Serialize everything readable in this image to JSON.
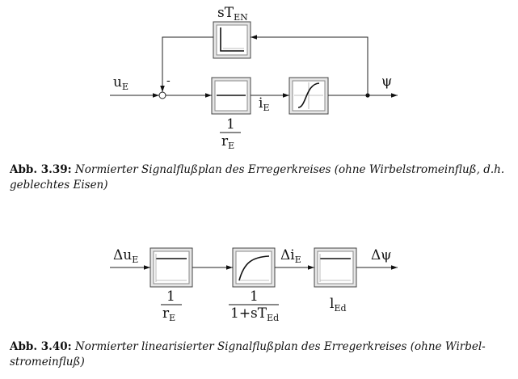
{
  "fig339": {
    "labels": {
      "input": "u",
      "input_sub": "E",
      "feedback": "sT",
      "feedback_sub": "EN",
      "minus": "-",
      "mid": "i",
      "mid_sub": "E",
      "output": "ψ",
      "frac_num": "1",
      "frac_den": "r",
      "frac_den_sub": "E"
    },
    "caption_label": "Abb. 3.39:",
    "caption_text": "Normierter Signalflußplan des Erregerkreises (ohne Wirbelstromeinfluß, d.h. geblechtes Eisen)"
  },
  "fig340": {
    "labels": {
      "input": "Δu",
      "input_sub": "E",
      "mid": "Δi",
      "mid_sub": "E",
      "output": "Δψ",
      "b1_num": "1",
      "b1_den": "r",
      "b1_den_sub": "E",
      "b2_num": "1",
      "b2_den": "1+sT",
      "b2_den_sub": "Ed",
      "b3_label": "l",
      "b3_label_sub": "Ed"
    },
    "caption_label": "Abb. 3.40:",
    "caption_text": "Normierter linearisierter Signalflußplan des Erregerkreises (ohne Wirbel-stromeinfluß)"
  }
}
